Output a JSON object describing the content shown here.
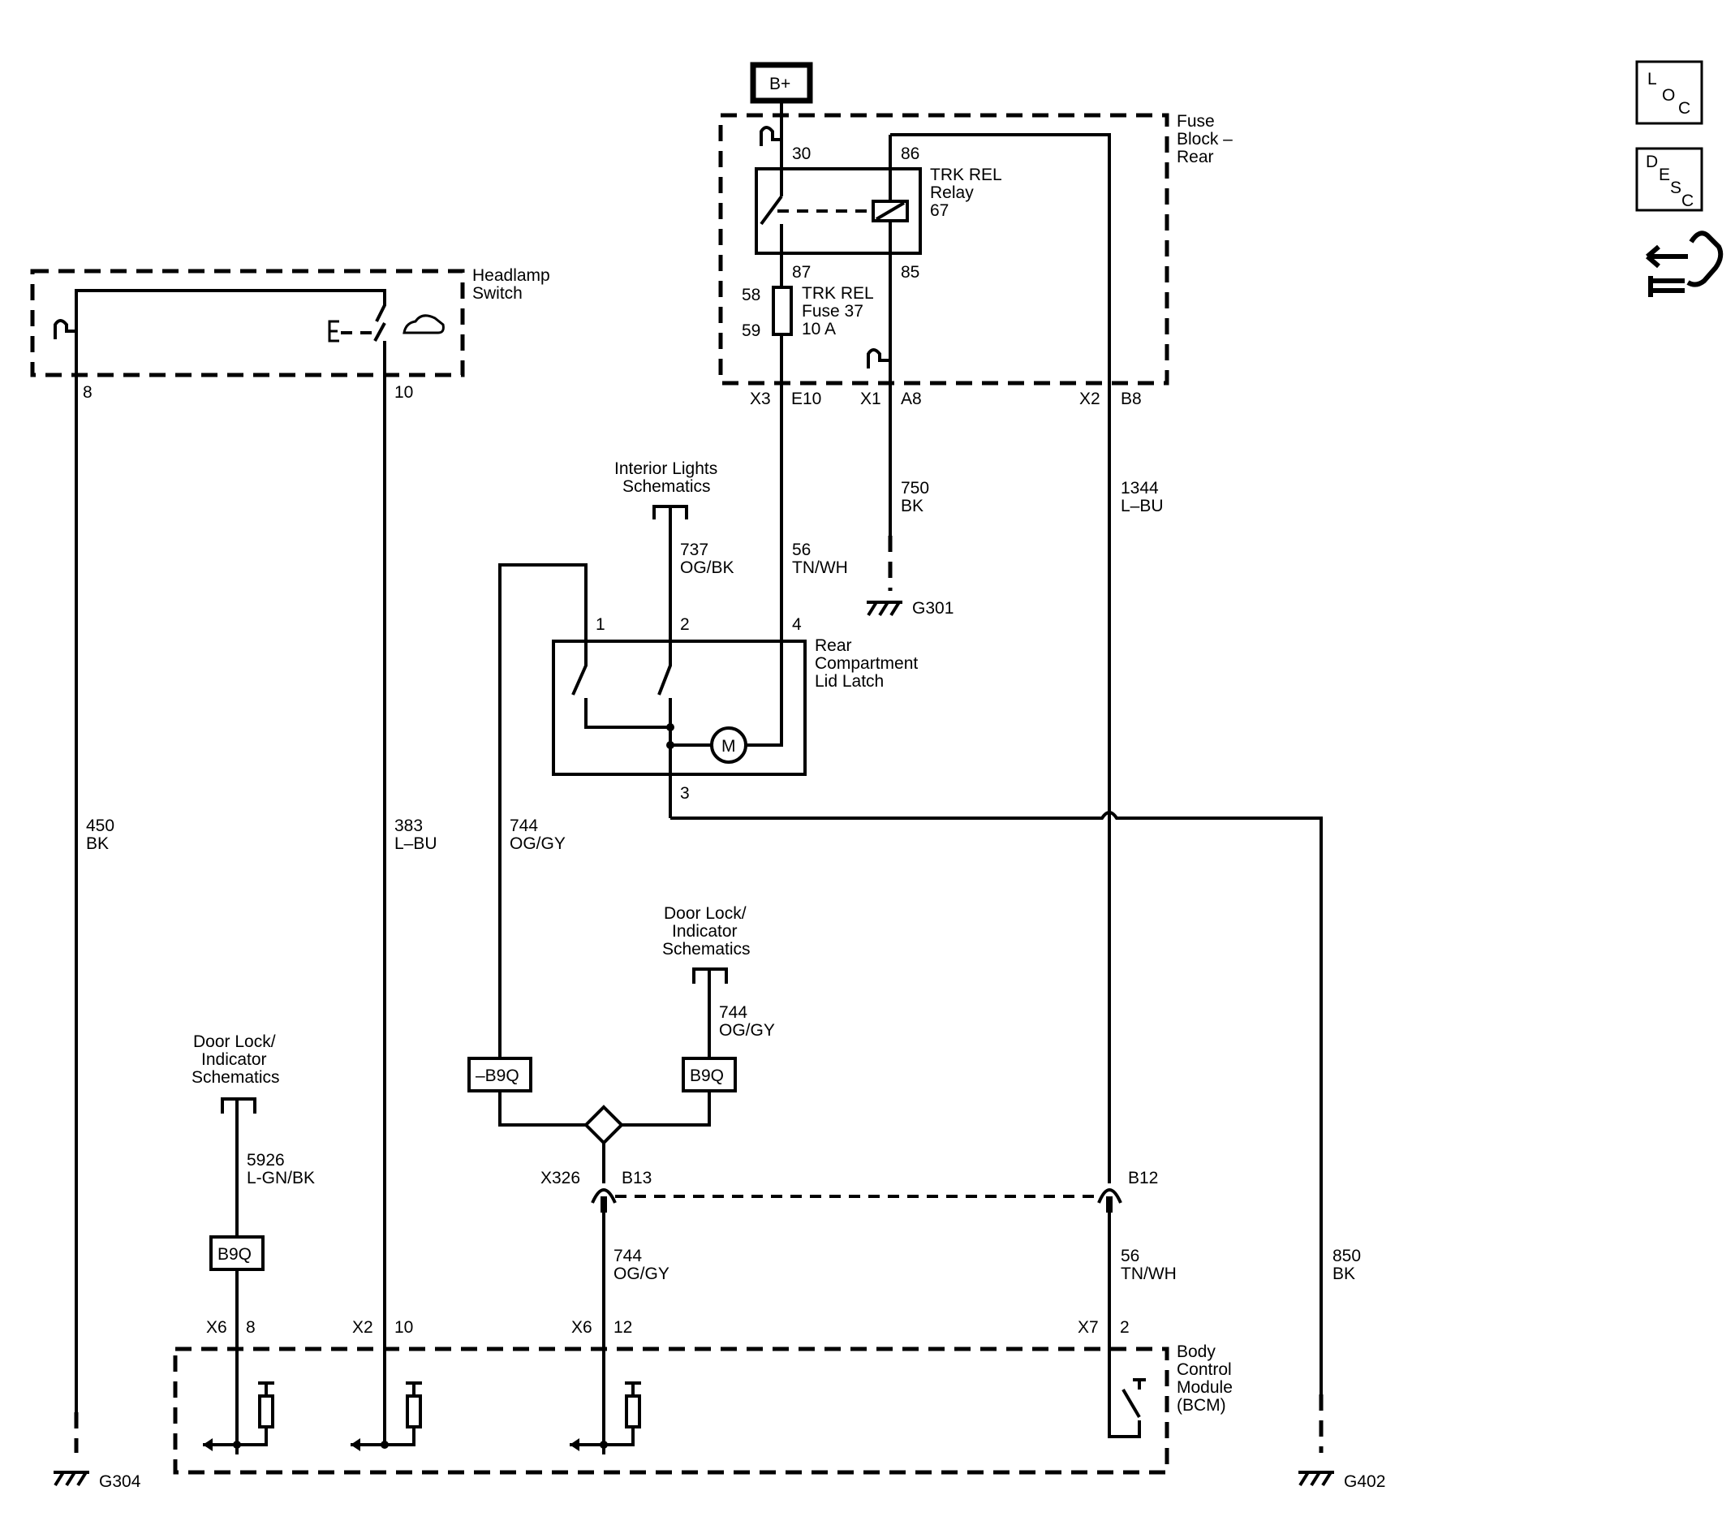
{
  "nav": {
    "loc": {
      "l1": "L",
      "l2": "O",
      "l3": "C"
    },
    "desc": {
      "l1": "D",
      "l2": "E",
      "l3": "S",
      "l4": "C"
    },
    "connector_icon": "connector-end-view-icon"
  },
  "power": {
    "label": "B+"
  },
  "fuse_block": {
    "title": [
      "Fuse",
      "Block –",
      "Rear"
    ],
    "relay": {
      "name": [
        "TRK REL",
        "Relay",
        "67"
      ],
      "pins": {
        "p30": "30",
        "p86": "86",
        "p87": "87",
        "p85": "85"
      }
    },
    "fuse": {
      "name": [
        "TRK REL",
        "Fuse 37",
        "10 A"
      ],
      "pins": {
        "p58": "58",
        "p59": "59"
      }
    },
    "connectors": {
      "x3": "X3",
      "e10": "E10",
      "x1": "X1",
      "a8": "A8",
      "x2": "X2",
      "b8": "B8"
    }
  },
  "headlamp_switch": {
    "title": [
      "Headlamp",
      "Switch"
    ],
    "pin_left": "8",
    "pin_right": "10"
  },
  "interior_lights": {
    "title": [
      "Interior Lights",
      "Schematics"
    ]
  },
  "latch": {
    "title": [
      "Rear",
      "Compartment",
      "Lid Latch"
    ],
    "pins": {
      "p1": "1",
      "p2": "2",
      "p3": "3",
      "p4": "4"
    },
    "motor": "M"
  },
  "door_lock_top": {
    "title": [
      "Door Lock/",
      "Indicator",
      "Schematics"
    ]
  },
  "door_lock_left": {
    "title": [
      "Door Lock/",
      "Indicator",
      "Schematics"
    ]
  },
  "options": {
    "neg_b9q": "–B9Q",
    "b9q_right": "B9Q",
    "b9q_left": "B9Q"
  },
  "x326": {
    "name": "X326",
    "b13": "B13",
    "b12": "B12"
  },
  "bcm": {
    "title": [
      "Body",
      "Control",
      "Module",
      "(BCM)"
    ],
    "connectors": [
      {
        "conn": "X6",
        "pin": "8"
      },
      {
        "conn": "X2",
        "pin": "10"
      },
      {
        "conn": "X6",
        "pin": "12"
      },
      {
        "conn": "X7",
        "pin": "2"
      }
    ]
  },
  "wires": {
    "w450": {
      "circuit": "450",
      "color": "BK"
    },
    "w383": {
      "circuit": "383",
      "color": "L–BU"
    },
    "w744a": {
      "circuit": "744",
      "color": "OG/GY"
    },
    "w737": {
      "circuit": "737",
      "color": "OG/BK"
    },
    "w56a": {
      "circuit": "56",
      "color": "TN/WH"
    },
    "w750": {
      "circuit": "750",
      "color": "BK"
    },
    "w1344": {
      "circuit": "1344",
      "color": "L–BU"
    },
    "w744b": {
      "circuit": "744",
      "color": "OG/GY"
    },
    "w5926": {
      "circuit": "5926",
      "color": "L-GN/BK"
    },
    "w744c": {
      "circuit": "744",
      "color": "OG/GY"
    },
    "w56b": {
      "circuit": "56",
      "color": "TN/WH"
    },
    "w850": {
      "circuit": "850",
      "color": "BK"
    }
  },
  "grounds": {
    "g304": "G304",
    "g301": "G301",
    "g402": "G402"
  }
}
